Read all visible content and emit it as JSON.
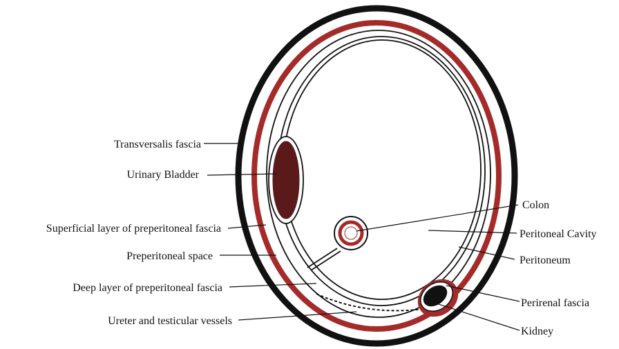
{
  "labels": {
    "transversalis_fascia": "Transversalis fascia",
    "urinary_bladder": "Urinary Bladder",
    "superficial_layer": "Superficial layer of preperitoneal fascia",
    "preperitoneal_space": "Preperitoneal space",
    "deep_layer": "Deep layer of preperitoneal fascia",
    "ureter_vessels": "Ureter and testicular vessels",
    "colon": "Colon",
    "peritoneal_cavity": "Peritoneal Cavity",
    "peritoneum": "Peritoneum",
    "perirenal_fascia": "Perirenal fascia",
    "kidney": "Kidney"
  },
  "colors": {
    "outer_wall": "#111111",
    "transversalis_red": "#a52a2a",
    "bladder_fill": "#5a1a1a",
    "kidney_fill": "#111111",
    "line": "#111111"
  }
}
